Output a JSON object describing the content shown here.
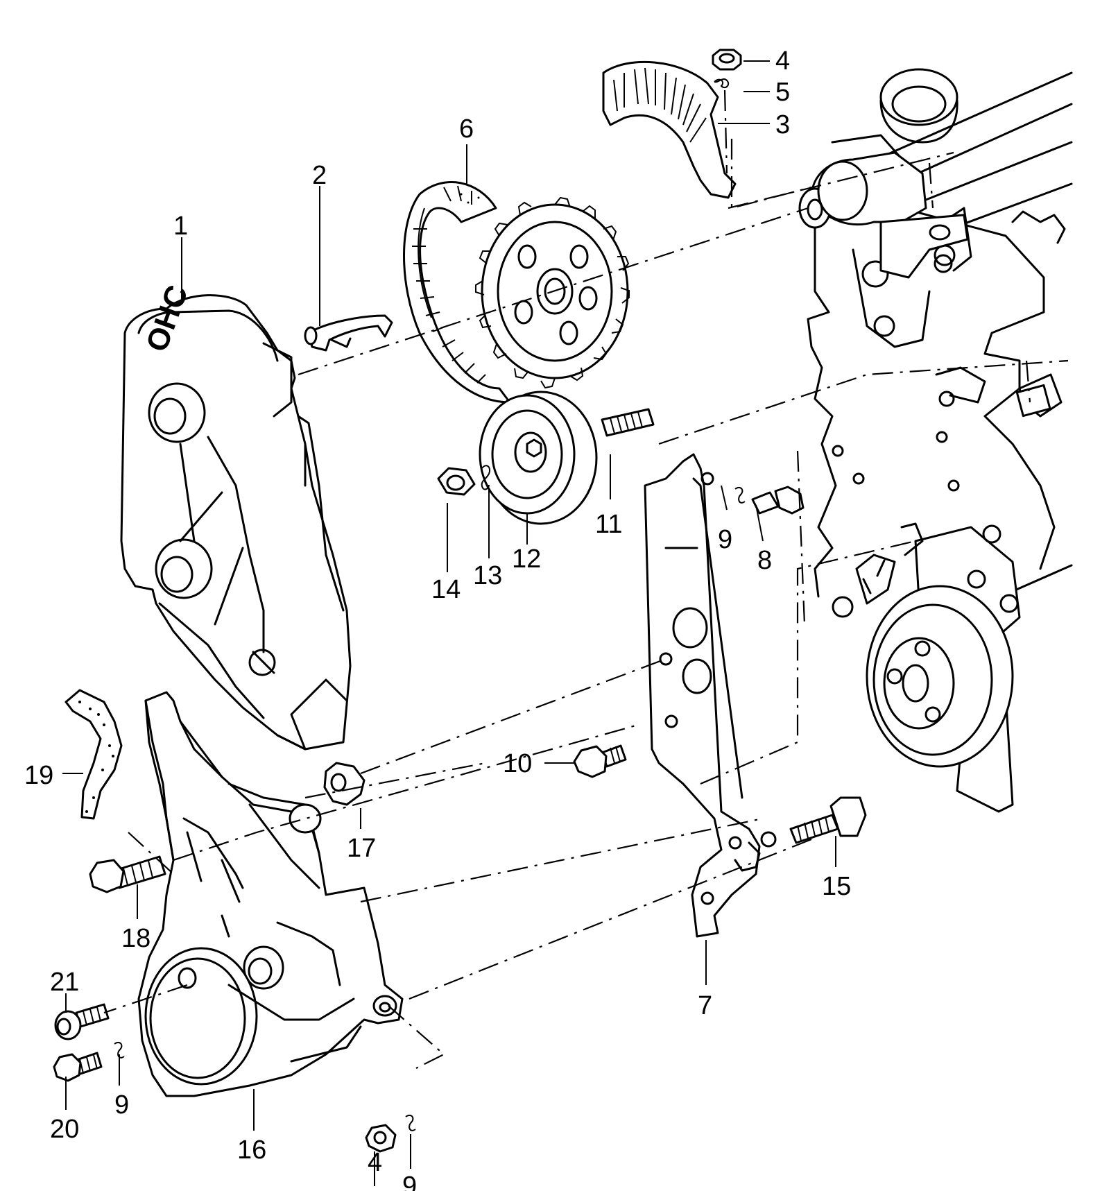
{
  "callouts": [
    {
      "id": "c1",
      "text": "1"
    },
    {
      "id": "c2",
      "text": "2"
    },
    {
      "id": "c3",
      "text": "3"
    },
    {
      "id": "c4a",
      "text": "4"
    },
    {
      "id": "c4b",
      "text": "4"
    },
    {
      "id": "c5",
      "text": "5"
    },
    {
      "id": "c6",
      "text": "6"
    },
    {
      "id": "c7",
      "text": "7"
    },
    {
      "id": "c8",
      "text": "8"
    },
    {
      "id": "c9a",
      "text": "9"
    },
    {
      "id": "c9b",
      "text": "9"
    },
    {
      "id": "c9c",
      "text": "9"
    },
    {
      "id": "c10",
      "text": "10"
    },
    {
      "id": "c11",
      "text": "11"
    },
    {
      "id": "c12",
      "text": "12"
    },
    {
      "id": "c13",
      "text": "13"
    },
    {
      "id": "c14",
      "text": "14"
    },
    {
      "id": "c15",
      "text": "15"
    },
    {
      "id": "c16",
      "text": "16"
    },
    {
      "id": "c17",
      "text": "17"
    },
    {
      "id": "c18",
      "text": "18"
    },
    {
      "id": "c19",
      "text": "19"
    },
    {
      "id": "c20",
      "text": "20"
    },
    {
      "id": "c21",
      "text": "21"
    }
  ],
  "cover_embossing": "OHC"
}
